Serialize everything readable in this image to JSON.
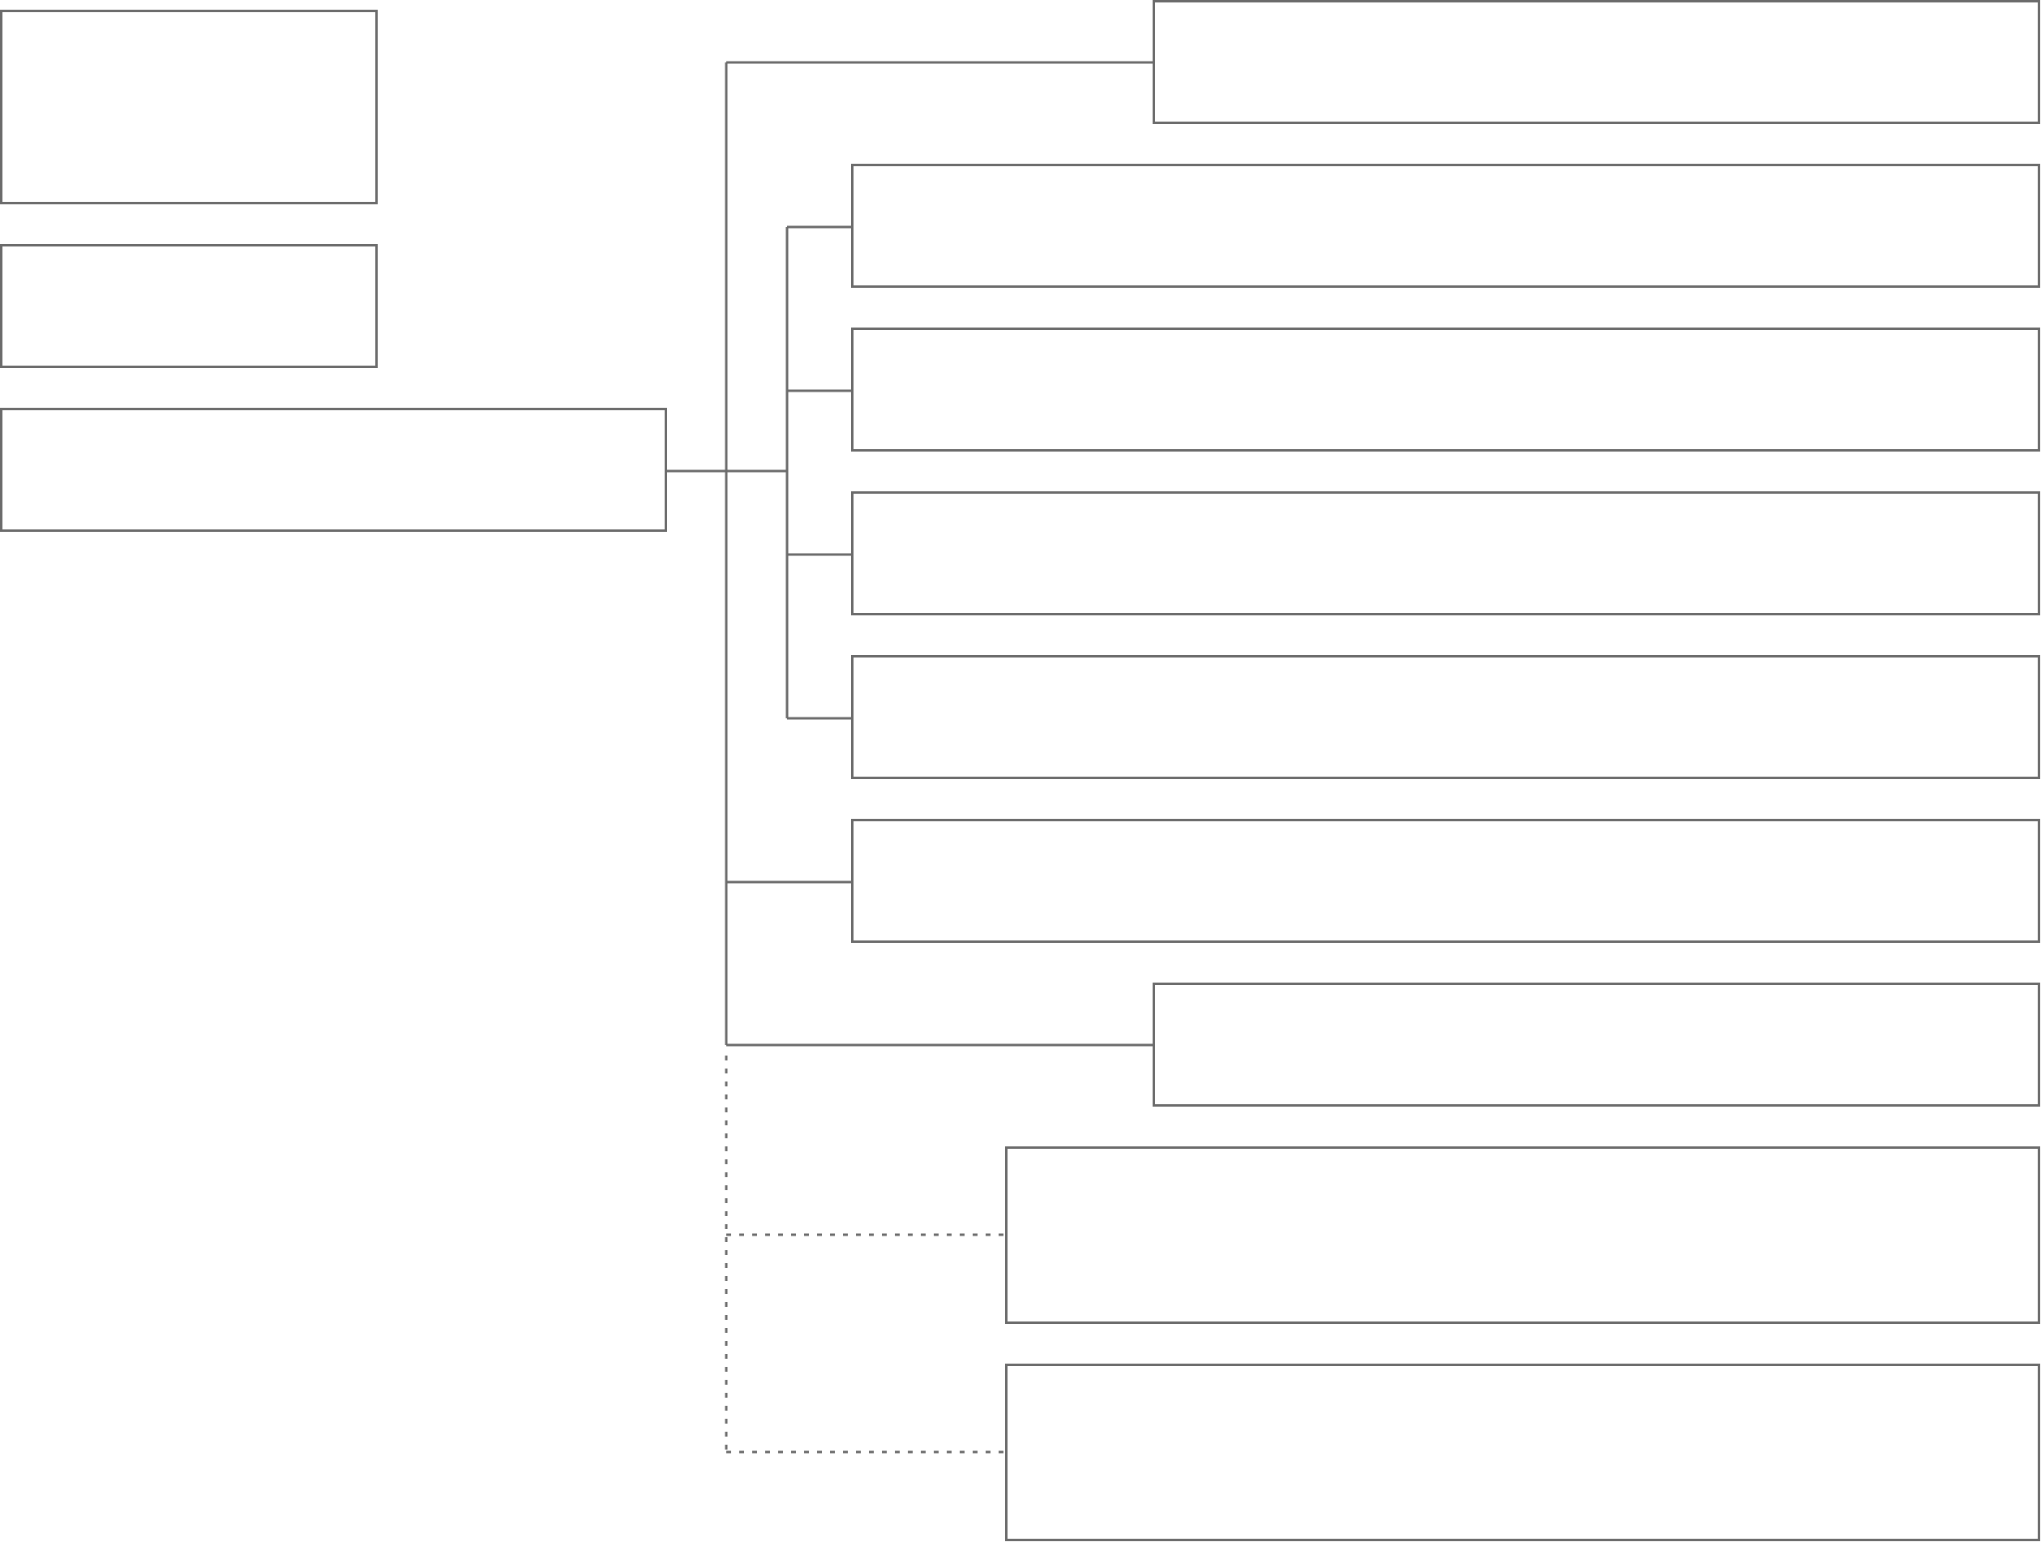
{
  "diagram": {
    "colors": {
      "line": "#6b6b6b",
      "box_fill": "#ffffff",
      "background": "#ffffff"
    },
    "boxes": [
      {
        "id": "legend-box-1",
        "label": ""
      },
      {
        "id": "legend-box-2",
        "label": ""
      },
      {
        "id": "root-box",
        "label": ""
      },
      {
        "id": "branch-box-top",
        "label": ""
      },
      {
        "id": "sub-box-1",
        "label": ""
      },
      {
        "id": "sub-box-2",
        "label": ""
      },
      {
        "id": "sub-box-3",
        "label": ""
      },
      {
        "id": "sub-box-4",
        "label": ""
      },
      {
        "id": "branch-box-middle",
        "label": ""
      },
      {
        "id": "branch-box-bottom",
        "label": ""
      },
      {
        "id": "optional-box-1",
        "label": ""
      },
      {
        "id": "optional-box-2",
        "label": ""
      }
    ]
  }
}
